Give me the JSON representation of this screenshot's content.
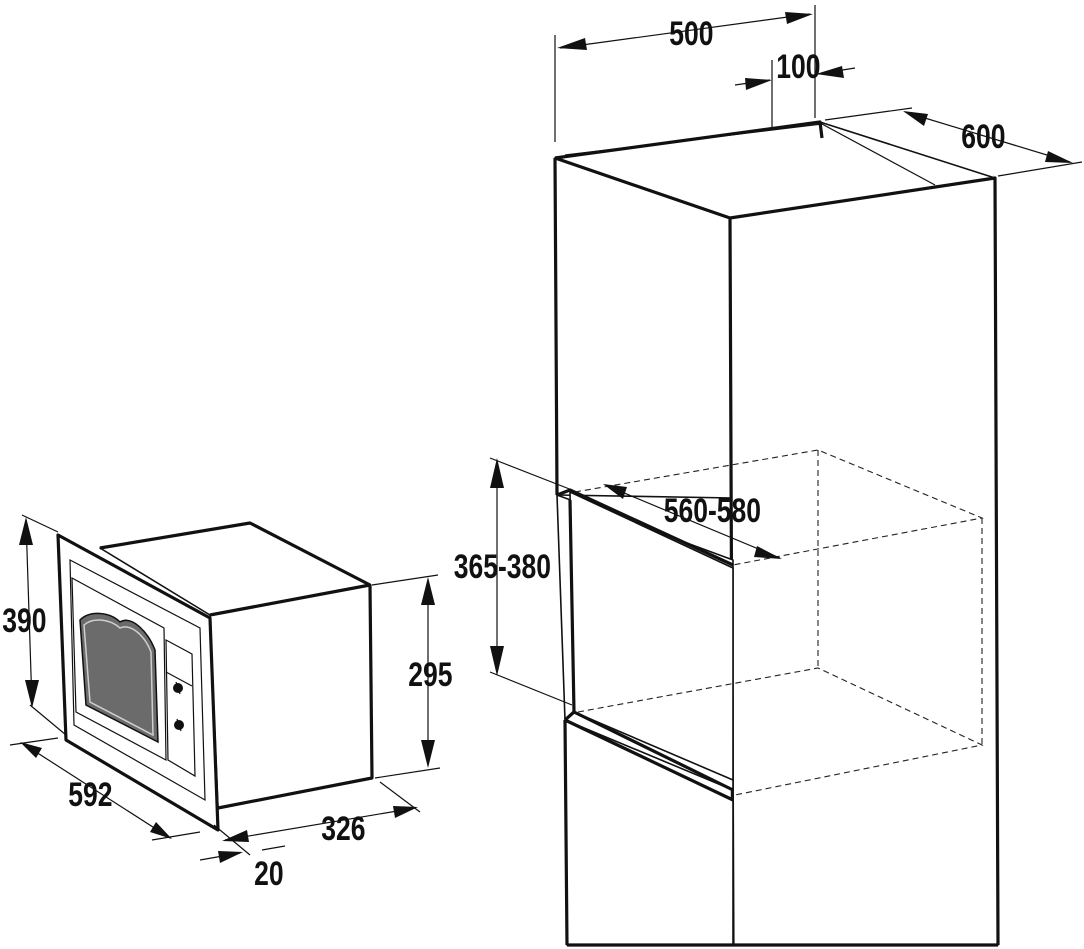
{
  "microwave": {
    "height_label": "390",
    "body_height_label": "295",
    "width_label": "592",
    "depth_label": "326",
    "frame_label": "20"
  },
  "cabinet": {
    "width_label": "500",
    "offset_label": "100",
    "depth_label": "600",
    "niche_depth_label": "560-580",
    "niche_height_label": "365-380"
  },
  "colors": {
    "line": "#111111",
    "background": "#ffffff"
  }
}
